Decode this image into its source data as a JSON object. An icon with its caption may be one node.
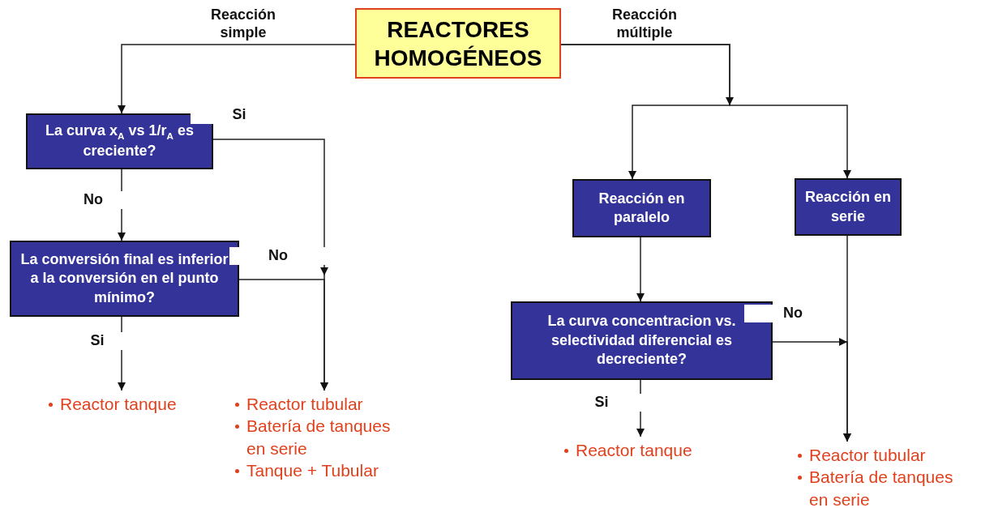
{
  "diagram": {
    "nodes": [
      {
        "text": [
          "REACTORES HOMOGÉNEOS"
        ]
      },
      {
        "text": [
          "La curva x$_{A}$ vs 1/r$_{A}$ es creciente?"
        ]
      },
      {
        "text": [
          "La conversión final es inferior a la conversión en el punto mínimo?"
        ]
      },
      {
        "text": [
          "Reactor tanque"
        ]
      },
      {
        "text": [
          "Reactor tubular",
          "Batería de tanques en serie",
          "Tanque + Tubular"
        ]
      },
      {
        "text": [
          "Reacción en paralelo"
        ]
      },
      {
        "text": [
          "Reacción en serie"
        ]
      },
      {
        "text": [
          "La curva concentracion vs. selectividad diferencial es decreciente?"
        ]
      },
      {
        "text": [
          "Reactor tanque"
        ]
      },
      {
        "text": [
          "Reactor tubular",
          "Batería de tanques en serie"
        ]
      }
    ],
    "edges": [
      {
        "from": 0,
        "to": 1,
        "arrow": "to",
        "label": "Reacción simple"
      },
      {
        "from": 0,
        "to": 5,
        "arrow": "to",
        "label": "Reacción múltiple"
      },
      {
        "from": 0,
        "to": 6,
        "arrow": "to"
      },
      {
        "from": 1,
        "to": 2,
        "arrow": "to",
        "label": "No"
      },
      {
        "from": 1,
        "to": 4,
        "arrow": "to",
        "label": "Si"
      },
      {
        "from": 2,
        "to": 3,
        "arrow": "to",
        "label": "Si"
      },
      {
        "from": 2,
        "to": 4,
        "arrow": "to",
        "label": "No"
      },
      {
        "from": 5,
        "to": 7,
        "arrow": "to"
      },
      {
        "from": 7,
        "to": 8,
        "arrow": "to",
        "label": "Si"
      },
      {
        "from": 7,
        "to": 9,
        "arrow": "to",
        "label": "No"
      },
      {
        "from": 6,
        "to": 9,
        "arrow": "to"
      }
    ]
  }
}
